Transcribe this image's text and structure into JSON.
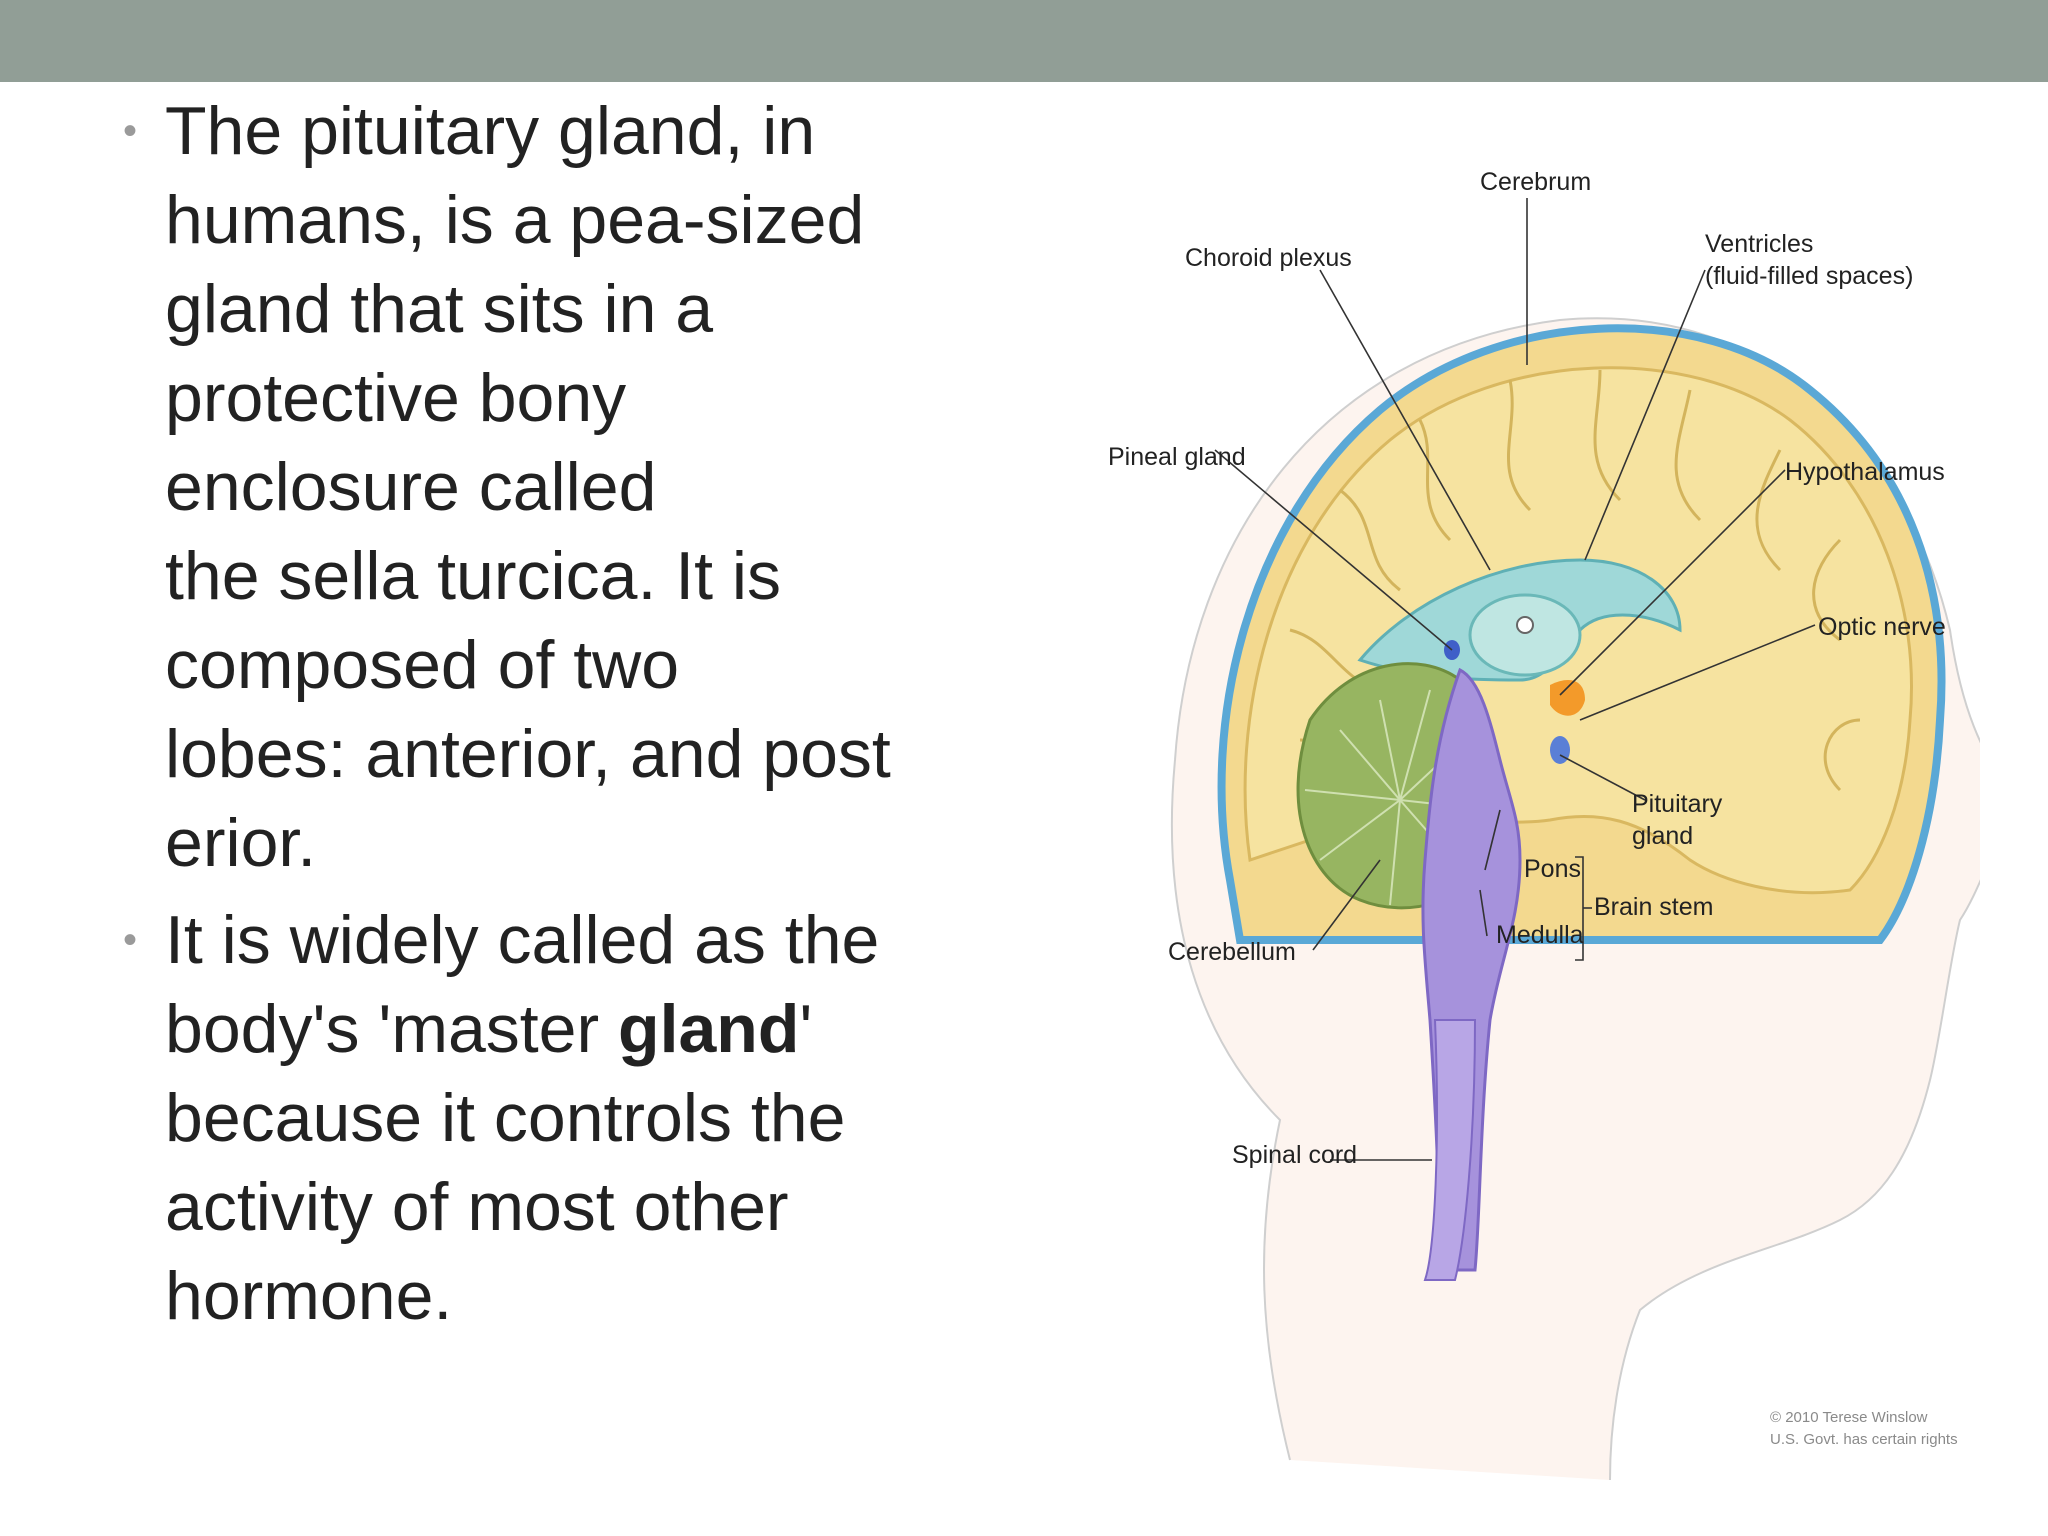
{
  "colors": {
    "top_bar": "#919e96",
    "text": "#222222",
    "bullet": "#9a9a9a"
  },
  "bullets": [
    {
      "lines": [
        "The pituitary gland, in",
        "humans, is a pea-sized",
        "gland that sits in a",
        "protective bony",
        "enclosure called",
        "the sella turcica. It is",
        "composed of two",
        "lobes: anterior, and post",
        "erior."
      ]
    },
    {
      "lines": [
        "It is widely called as the",
        "body's 'master ",
        "gland",
        "'",
        "because it controls the",
        "activity of most other",
        "hormone."
      ]
    }
  ],
  "figure": {
    "labels": {
      "cerebrum": "Cerebrum",
      "choroid_plexus": "Choroid plexus",
      "ventricles_1": "Ventricles",
      "ventricles_2": "(fluid-filled spaces)",
      "pineal_gland": "Pineal gland",
      "hypothalamus": "Hypothalamus",
      "optic_nerve": "Optic nerve",
      "pituitary_1": "Pituitary",
      "pituitary_2": "gland",
      "pons": "Pons",
      "brain_stem": "Brain stem",
      "medulla": "Medulla",
      "cerebellum": "Cerebellum",
      "spinal_cord": "Spinal cord"
    },
    "credit_1": "© 2010 Terese Winslow",
    "credit_2": "U.S. Govt. has certain rights"
  }
}
